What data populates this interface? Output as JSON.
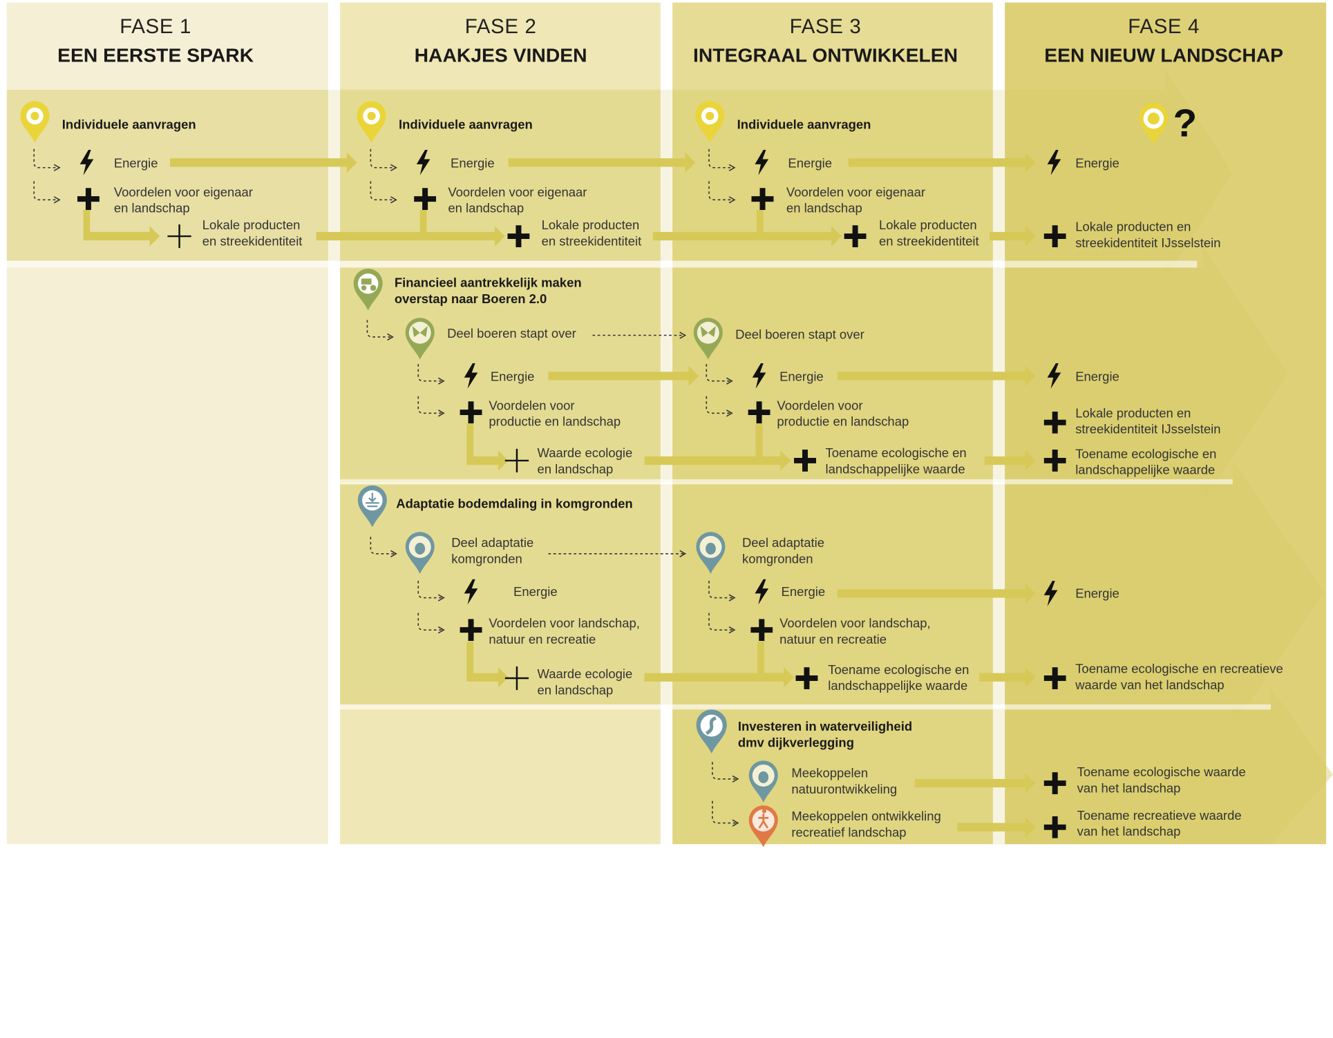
{
  "colors": {
    "phase1_bg": "#f5efd5",
    "phase2_bg": "#efe7b5",
    "phase3_bg": "#e7dc95",
    "phase4_bg": "#ddd077",
    "arrow": "#d8cd68",
    "pin_yellow": "#e9d53a",
    "pin_green": "#95a855",
    "pin_blue": "#6f97a1",
    "pin_orange": "#e07a45"
  },
  "phases": [
    {
      "num": "FASE 1",
      "title": "EEN EERSTE SPARK"
    },
    {
      "num": "FASE 2",
      "title": "HAAKJES VINDEN"
    },
    {
      "num": "FASE 3",
      "title": "INTEGRAAL ONTWIKKELEN"
    },
    {
      "num": "FASE 4",
      "title": "EEN NIEUW LANDSCHAP"
    }
  ],
  "row1": {
    "heading": "Individuele aanvragen",
    "energie": "Energie",
    "voordelen": "Voordelen voor eigenaar\nen landschap",
    "lokaal": "Lokale producten\nen streekidentiteit",
    "lokaal_ijsselstein": "Lokale producten en\nstreekidentiteit IJsselstein",
    "unknown_mark": "?"
  },
  "row2": {
    "heading": "Financieel aantrekkelijk maken\noverstap naar Boeren 2.0",
    "deel": "Deel boeren stapt over",
    "energie": "Energie",
    "voordelen": "Voordelen voor\nproductie en landschap",
    "waarde": "Waarde ecologie\nen landschap",
    "toename": "Toename ecologische en\nlandschappelijke waarde",
    "lokaal_ijsselstein": "Lokale producten en\nstreekidentiteit IJsselstein"
  },
  "row3": {
    "heading": "Adaptatie bodemdaling in komgronden",
    "deel": "Deel adaptatie\nkomgronden",
    "energie": "Energie",
    "voordelen": "Voordelen voor landschap,\nnatuur en recreatie",
    "waarde": "Waarde ecologie\nen landschap",
    "toename": "Toename ecologische en\nlandschappelijke waarde",
    "toename_recreatief": "Toename ecologische en recreatieve\nwaarde van het landschap"
  },
  "row4": {
    "heading": "Investeren in waterveiligheid\ndmv dijkverlegging",
    "natuur": "Meekoppelen\nnatuurontwikkeling",
    "recreatief": "Meekoppelen ontwikkeling\nrecreatief landschap",
    "toename_eco": "Toename ecologische waarde\nvan het landschap",
    "toename_rec": "Toename recreatieve waarde\nvan het landschap"
  }
}
